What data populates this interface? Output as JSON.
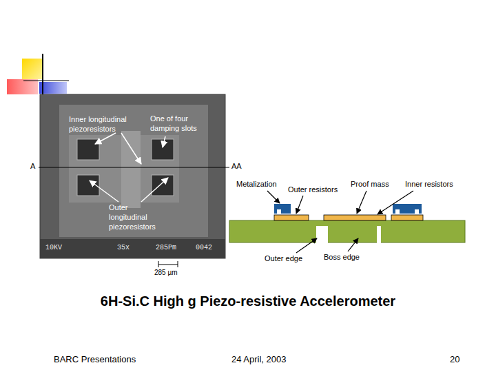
{
  "diagram": {
    "title": "6H-Si.C High g Piezo-resistive Accelerometer",
    "labels": [
      "Inner longitudinal piezoresistors",
      "One of four damping slots",
      "A",
      "AA",
      "Outer longitudinal piezoresistors",
      "10KV",
      "35x",
      "285Pm",
      "0042",
      "285 µm",
      "Metalization",
      "Outer resistors",
      "Proof mass",
      "Inner resistors",
      "Outer edge",
      "Boss edge",
      "BARC Presentations",
      "24 April, 2003",
      "20"
    ]
  }
}
